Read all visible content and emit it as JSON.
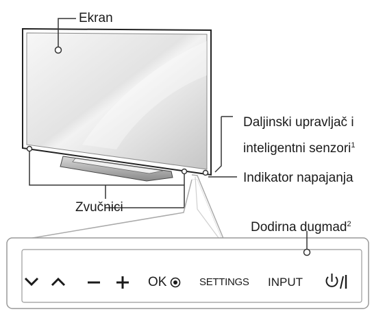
{
  "labels": {
    "screen": "Ekran",
    "remote_line1": "Daljinski upravljač i",
    "remote_line2": "inteligentni senzori",
    "remote_sup": "1",
    "power_indicator": "Indikator napajanja",
    "speakers": "Zvučnici",
    "touch_buttons": "Dodirna dugmad",
    "touch_buttons_sup": "2"
  },
  "buttons": {
    "ok": "OK",
    "settings": "SETTINGS",
    "input": "INPUT"
  },
  "icons": [
    "chevron-down-icon",
    "chevron-up-icon",
    "minus-icon",
    "plus-icon",
    "ok-dot-icon",
    "power-icon"
  ],
  "colors": {
    "line": "#333333",
    "callout": "#aaaaaa",
    "bezel": "#222222",
    "screen_light": "#f4f4f4",
    "screen_dark": "#c9c9c9"
  }
}
